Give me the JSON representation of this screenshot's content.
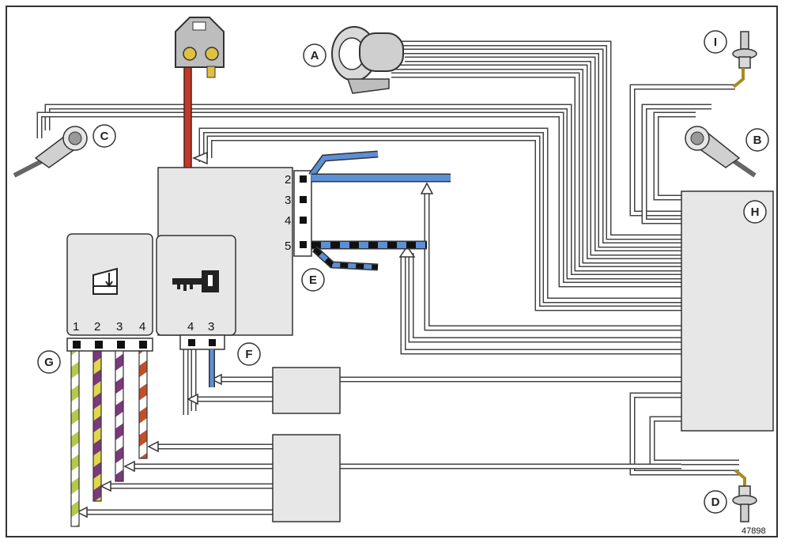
{
  "labels": {
    "A": "A",
    "B": "B",
    "C": "C",
    "D": "D",
    "E": "E",
    "F": "F",
    "G": "G",
    "H": "H",
    "I": "I"
  },
  "relay_pins": [
    "2",
    "3",
    "4",
    "5"
  ],
  "connector_g_pins": [
    "1",
    "2",
    "3",
    "4"
  ],
  "connector_f_pins": [
    "4",
    "3"
  ],
  "reference": "47898",
  "colors": {
    "red_wire": "#c0392b",
    "blue_wire": "#5b8fd6",
    "yellow_green": "#b5c84a",
    "purple": "#7a3a7a",
    "yellow": "#e0d84a",
    "orange_red": "#c0502b",
    "box_fill": "#e7e7e7"
  }
}
